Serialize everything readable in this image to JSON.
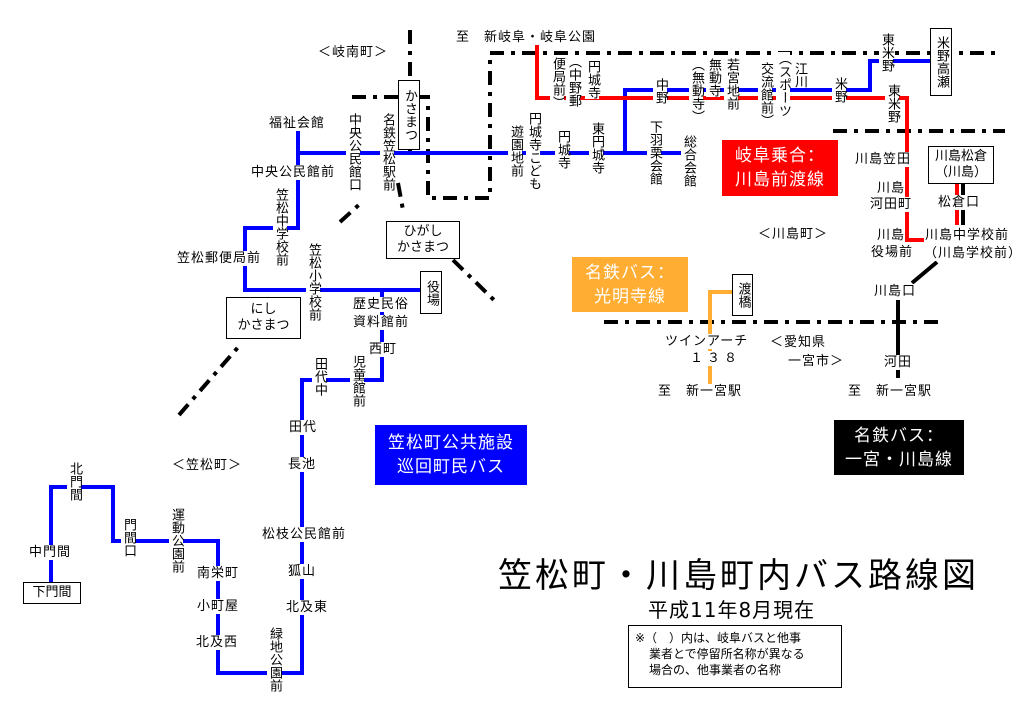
{
  "title": "笠松町・川島町内バス路線図",
  "subtitle": "平成11年8月現在",
  "note": [
    "※（　）内は、岐阜バスと他事",
    "業者とで停留所名称が異なる",
    "場合の、他事業者の名称"
  ],
  "routes": {
    "kasamatsu": {
      "label": [
        "笠松町公共施設",
        "巡回町民バス"
      ],
      "color": "#0000ff"
    },
    "gifu_noriai": {
      "label": [
        "岐阜乗合：",
        "川島前渡線"
      ],
      "color": "#ff0000"
    },
    "meitetsu_komyoji": {
      "label": [
        "名鉄バス：",
        "光明寺線"
      ],
      "color": "#ffad33"
    },
    "meitetsu_ichinomiya": {
      "label": [
        "名鉄バス：",
        "一宮・川島線"
      ],
      "color": "#000000"
    }
  },
  "areas": {
    "ginan": "＜岐南町＞",
    "kasamatsu": "＜笠松町＞",
    "kawashima": "＜川島町＞",
    "aichi": [
      "＜愛知県",
      "一宮市＞"
    ]
  },
  "destinations": {
    "gifu": "至　新岐阜・岐阜公園",
    "ichinomiya_west": "至　新一宮駅",
    "ichinomiya_east": "至　新一宮駅"
  },
  "stations": {
    "nakano_yubin": [
      "（中野郵",
      "便局前）"
    ],
    "enjoji_top": "円城寺",
    "nakano": "中野",
    "mudoji": [
      "無動寺",
      "（無動寺）"
    ],
    "wakamiya": "若宮地前",
    "egawa": [
      "江川",
      "（スポーツ",
      "交流館前）"
    ],
    "komeno": "米野",
    "higashi_komeno_blue": "東米野",
    "higashi_komeno_red": "東米野",
    "komeno_takase": "米野高瀬",
    "meitetsu_kasamatsu": "名鉄笠松駅前",
    "chuo_kominkan_guchi": "中央公民館口",
    "kasamatsu_station": "かさまつ",
    "enjoji_kodomo": [
      "円城寺こども",
      "遊園地前"
    ],
    "enjoji": "円城寺",
    "higashi_enjoji": "東円城寺",
    "shimohaguri": "下羽栗会館",
    "sogo_kaikan": "総合会館",
    "fukushi_kaikan": "福祉会館",
    "chuo_kominkan_mae": "中央公民館前",
    "kasamatsu_chugakko": "笠松中学校前",
    "kasamatsu_yubin": "笠松郵便局前",
    "kasamatsu_shogakko": "笠松小学校前",
    "nishi_kasamatsu": [
      "にし",
      "かさまつ"
    ],
    "higashi_kasamatsu": [
      "ひがし",
      "かさまつ"
    ],
    "yakuba": "役場",
    "rekishi_minzoku": [
      "歴史民俗",
      "資料館前"
    ],
    "nishimachi": "西町",
    "jidokan": "児童館前",
    "tashiro_naka": "田代中",
    "tashiro": "田代",
    "nagaike": "長池",
    "matsueda": "松枝公民館前",
    "kitsuneyama": "狐山",
    "kitaoyobi_higashi": "北及東",
    "ryokuchi_koen": "緑地公園前",
    "kitaoyobi_nishi": "北及西",
    "komachiya": "小町屋",
    "nanei": "南栄町",
    "undo_koen": "運動公園前",
    "monma_guchi": "門間口",
    "kita_monma": "北門間",
    "naka_monma": "中門間",
    "shimo_monma": "下門間",
    "watashibashi": "渡橋",
    "twin_arch": [
      "ツインアーチ",
      "１３８"
    ],
    "koda": "河田",
    "kawashima_guchi": "川島口",
    "kawashima_chugakko": [
      "川島中学校前",
      "（川島学校前）"
    ],
    "kawashima_yakuba": [
      "川島",
      "役場前"
    ],
    "kawashima_kodacho": [
      "川島",
      "河田町"
    ],
    "kawashima_kasada": "川島笠田",
    "kawashima_matsukura": [
      "川島松倉",
      "（川島）"
    ],
    "matsukura_guchi": "松倉口"
  }
}
